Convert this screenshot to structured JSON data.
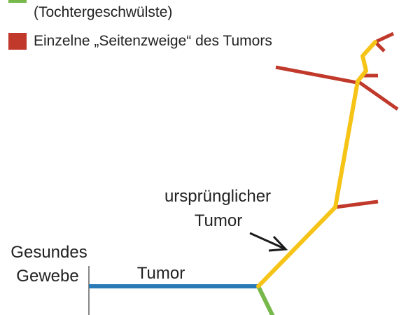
{
  "legend": {
    "green_caption": "(Tochtergeschwülste)",
    "red_caption": "Einzelne „Seitenzweige“ des Tumors"
  },
  "labels": {
    "original_tumor_line1": "ursprünglicher",
    "original_tumor_line2": "Tumor",
    "healthy_tissue_line1": "Gesundes",
    "healthy_tissue_line2": "Gewebe",
    "tumor": "Tumor"
  },
  "colors": {
    "blue_trunk": "#2a7ab8",
    "yellow_branch": "#f6c417",
    "red_branch": "#c0392b",
    "green_branch": "#77b84a",
    "baseline": "#888888",
    "arrow": "#1a1a1a"
  }
}
